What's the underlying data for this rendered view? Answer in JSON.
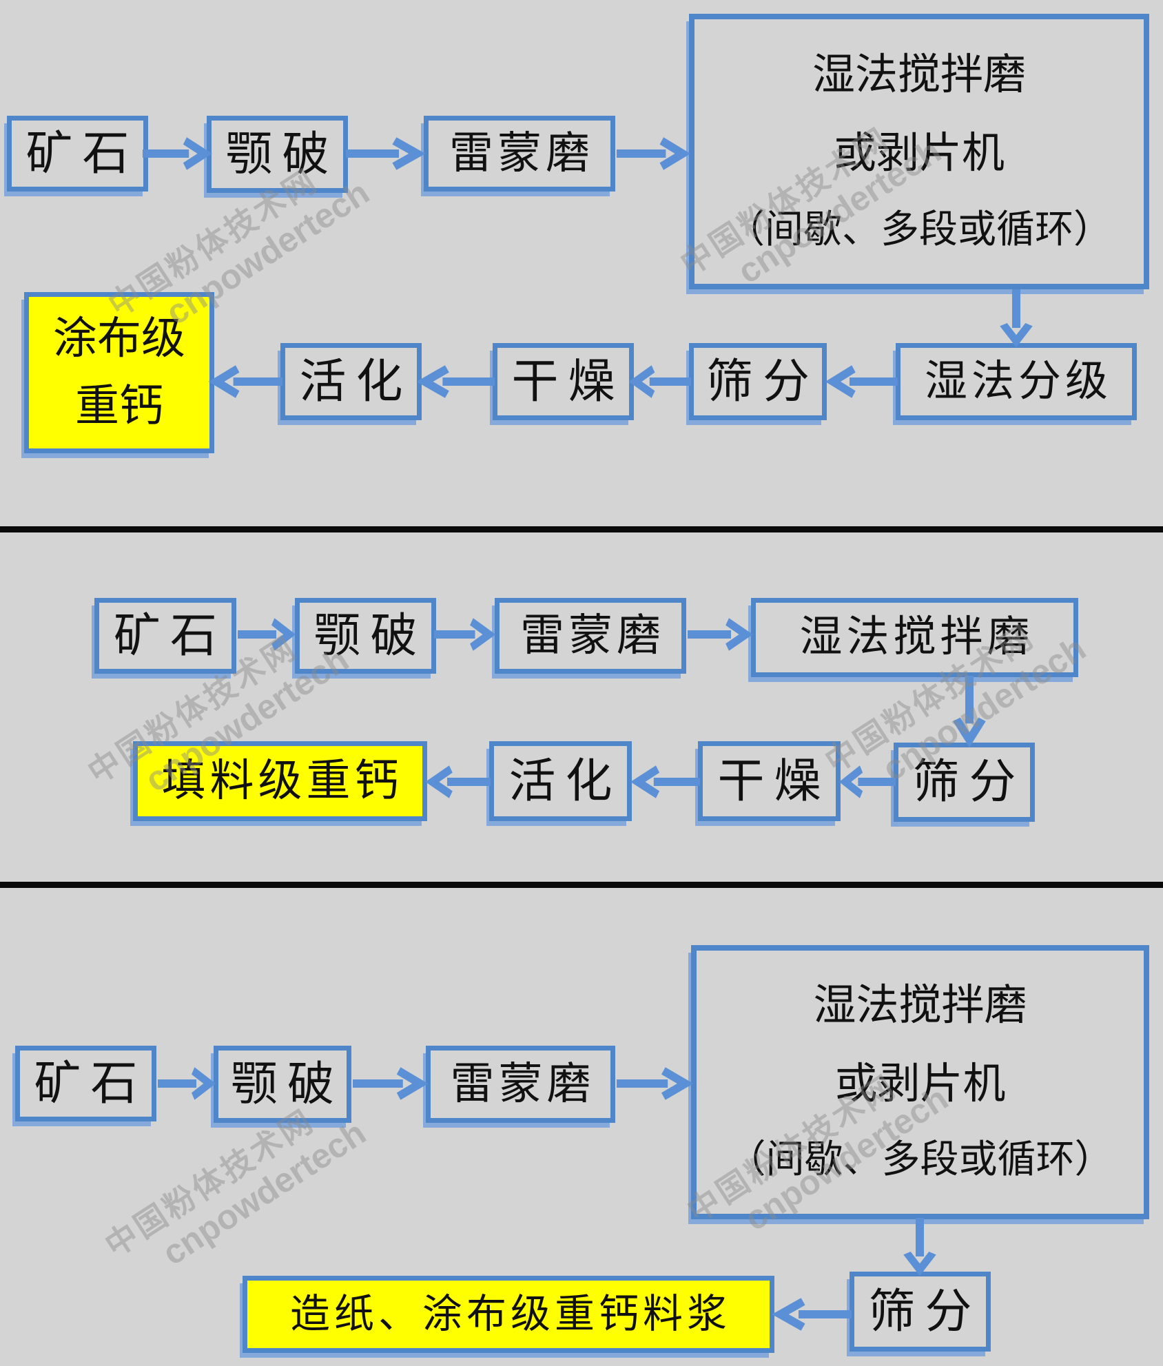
{
  "colors": {
    "background": "#d4d4d4",
    "box_border": "#4e86c9",
    "box_fill": "#d4d4d4",
    "box_shadow": "#84a9da",
    "highlight_fill": "#ffff00",
    "arrow": "#5b90d6",
    "separator": "#0a0a0a",
    "watermark": "#8c8c8c",
    "text": "#111111"
  },
  "watermark": {
    "line1": "中国粉体技术网",
    "line2": "cnpowdertech"
  },
  "sections": [
    {
      "boxes": {
        "ore": "矿石",
        "jaw_crusher": "颚破",
        "raymond_mill": "雷蒙磨",
        "mill_line1": "湿法搅拌磨",
        "mill_line2": "或剥片机",
        "mill_line3": "（间歇、多段或循环）",
        "wet_classification": "湿法分级",
        "sieving": "筛分",
        "drying": "干燥",
        "activation": "活化",
        "product_line1": "涂布级",
        "product_line2": "重钙"
      }
    },
    {
      "boxes": {
        "ore": "矿石",
        "jaw_crusher": "颚破",
        "raymond_mill": "雷蒙磨",
        "wet_stirring_mill": "湿法搅拌磨",
        "sieving": "筛分",
        "drying": "干燥",
        "activation": "活化",
        "product": "填料级重钙"
      }
    },
    {
      "boxes": {
        "ore": "矿石",
        "jaw_crusher": "颚破",
        "raymond_mill": "雷蒙磨",
        "mill_line1": "湿法搅拌磨",
        "mill_line2": "或剥片机",
        "mill_line3": "（间歇、多段或循环）",
        "sieving": "筛分",
        "product": "造纸、涂布级重钙料浆"
      }
    }
  ]
}
